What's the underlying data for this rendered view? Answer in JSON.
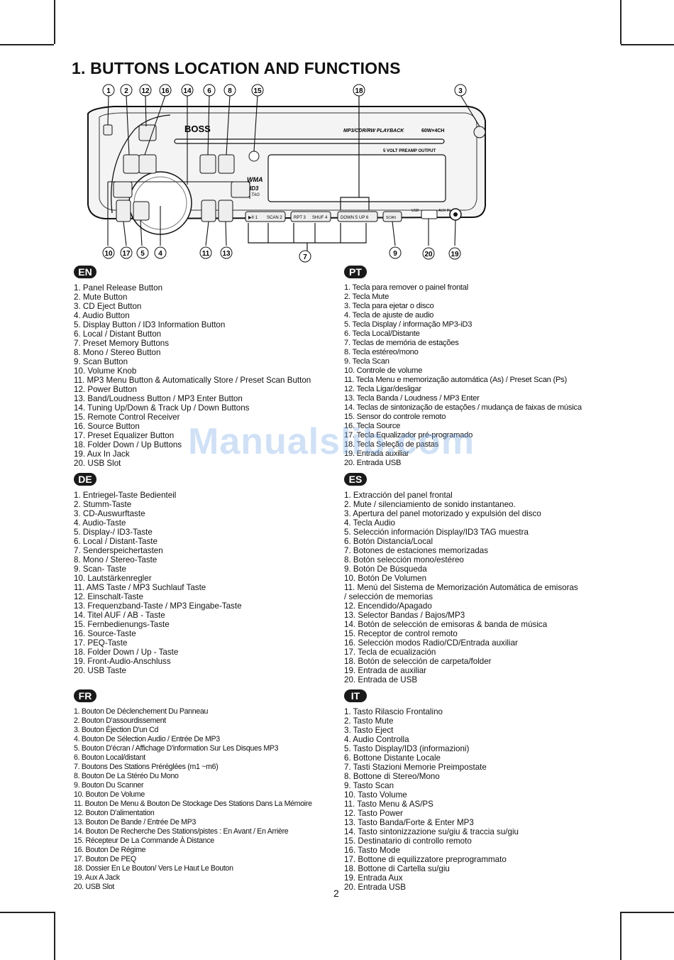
{
  "page": {
    "title": "1. BUTTONS LOCATION AND FUNCTIONS",
    "page_number": "2",
    "watermark": "Manualslib.com"
  },
  "diagram": {
    "callouts_top": [
      "1",
      "2",
      "12",
      "16",
      "14",
      "6",
      "8",
      "15",
      "18",
      "3"
    ],
    "callouts_bottom": [
      "10",
      "17",
      "5",
      "4",
      "11",
      "13",
      "7",
      "9",
      "20",
      "19"
    ],
    "brand": "BOSS",
    "playback_label": "MP3/CDR/RW PLAYBACK",
    "power_label": "60W×4CH",
    "preamp_label": "5 VOLT PREAMP OUTPUT",
    "wma_label": "WMA",
    "id3_label": "ID3",
    "tag_label": "TAG",
    "preset_buttons": [
      "▶II 1",
      "SCAN 2",
      "RPT 3",
      "SHUF 4",
      "DOWN 5",
      "UP 6"
    ],
    "scan_button": "SCAN",
    "usb_label": "USB",
    "aux_label": "AUX IN"
  },
  "sections": [
    {
      "lang": "EN",
      "items": [
        "1.  Panel Release Button",
        "2.  Mute Button",
        "3.  CD Eject Button",
        "4.  Audio Button",
        "5.  Display Button / ID3 Information Button",
        "6.  Local / Distant Button",
        "7.  Preset Memory Buttons",
        "8.  Mono / Stereo Button",
        "9.  Scan Button",
        "10. Volume Knob",
        "11. MP3 Menu Button & Automatically Store / Preset Scan Button",
        "12. Power Button",
        "13. Band/Loudness Button / MP3 Enter Button",
        "14. Tuning Up/Down & Track Up / Down Buttons",
        "15. Remote Control Receiver",
        "16. Source Button",
        "17. Preset Equalizer Button",
        "18. Folder Down / Up Buttons",
        "19. Aux In Jack",
        "20. USB Slot"
      ]
    },
    {
      "lang": "PT",
      "items": [
        "1. Tecla para remover o painel frontal",
        "2. Tecla Mute",
        "3. Tecla para ejetar o disco",
        "4. Tecla de ajuste de audio",
        "5. Tecla Display / informação MP3-iD3",
        "6. Tecla Local/Distante",
        "7. Teclas de memória de estações",
        "8. Tecla estéreo/mono",
        "9. Tecla Scan",
        "10. Controle de volume",
        "11. Tecla Menu e memorização automática (As) / Preset Scan (Ps)",
        "12. Tecla Ligar/desligar",
        "13. Tecla Banda / Loudness / MP3 Enter",
        "14. Teclas de sintonização de estações / mudança de faixas de música",
        "15. Sensor do controle remoto",
        "16. Tecla Source",
        "17. Tecla Equalizador pré-programado",
        "18. Tecla Seleção de pastas",
        "19. Entrada auxiliar",
        "20. Entrada USB"
      ]
    },
    {
      "lang": "DE",
      "items": [
        "1. Entriegel-Taste Bedienteil",
        "2. Stumm-Taste",
        "3. CD-Auswurftaste",
        "4. Audio-Taste",
        "5. Display-/ ID3-Taste",
        "6. Local / Distant-Taste",
        "7. Senderspeichertasten",
        "8. Mono / Stereo-Taste",
        "9. Scan- Taste",
        "10. Lautstärkenregler",
        "11. AMS Taste / MP3 Suchlauf Taste",
        "12. Einschalt-Taste",
        "13. Frequenzband-Taste / MP3 Eingabe-Taste",
        "14. Titel AUF / AB - Taste",
        "15. Fernbedienungs-Taste",
        "16. Source-Taste",
        "17. PEQ-Taste",
        "18. Folder Down / Up - Taste",
        "19. Front-Audio-Anschluss",
        "20. USB Taste"
      ]
    },
    {
      "lang": "ES",
      "items": [
        "1. Extracción del panel frontal",
        "2. Mute / silenciamiento de sonido instantaneo.",
        "3. Apertura del panel motorizado y expulsión del disco",
        "4. Tecla Audio",
        "5. Selección información Display/ID3 TAG muestra",
        "6. Botón Distancia/Local",
        "7. Botones de estaciones memorizadas",
        "8. Botón selección mono/estéreo",
        "9. Botón De Búsqueda",
        "10. Botón De Volumen",
        "11. Menú del Sistema de Memorización Automática de emisoras",
        "      / selección de memorias",
        "12. Encendido/Apagado",
        "13. Selector Bandas / Bajos/MP3",
        "14. Botón de selección de emisoras & banda de música",
        "15. Receptor de control remoto",
        "16. Selección modos Radio/CD/Entrada auxiliar",
        "17. Tecla de ecualización",
        "18. Botón de selección de carpeta/folder",
        "19. Entrada de auxiliar",
        "20. Entrada de USB"
      ]
    },
    {
      "lang": "FR",
      "items": [
        "1.  Bouton De Déclenchement Du Panneau",
        "2.  Bouton D'assourdissement",
        "3.  Bouton Éjection D'un Cd",
        "4.  Bouton De Sélection Audio / Entrée De MP3",
        "5.  Bouton D'écran / Affichage D'information Sur Les Disques MP3",
        "6.  Bouton Local/distant",
        "7.  Boutons Des Stations Préréglées (m1 ~m6)",
        "8.  Bouton De La Stéréo Du Mono",
        "9.  Bouton Du Scanner",
        "10. Bouton De Volume",
        "11. Bouton De Menu & Bouton De Stockage Des Stations Dans La Mémoire",
        "12. Bouton D'alimentation",
        "13. Bouton De Bande  / Entrée De MP3",
        "14. Bouton De Recherche Des Stations/pistes : En Avant / En Arrière",
        "15. Récepteur De La Commande À Distance",
        "16. Bouton De Régime",
        "17. Bouton De PEQ",
        "18. Dossier En Le Bouton/ Vers Le Haut Le Bouton",
        "19. Aux A Jack",
        "20. USB Slot"
      ]
    },
    {
      "lang": "IT",
      "items": [
        "1. Tasto Rilascio Frontalino",
        "2. Tasto Mute",
        "3. Tasto Eject",
        "4. Audio Controlla",
        "5. Tasto Display/ID3 (informazioni)",
        "6. Bottone Distante Locale",
        "7. Tasti Stazioni Memorie Preimpostate",
        "8. Bottone di Stereo/Mono",
        "9. Tasto Scan",
        "10. Tasto Volume",
        "11. Tasto Menu & AS/PS",
        "12. Tasto Power",
        "13. Tasto Banda/Forte & Enter MP3",
        "14. Tasto sintonizzazione su/giu & traccia su/giu",
        "15. Destinatario di controllo remoto",
        "16. Tasto Mode",
        "17. Bottone di equilizzatore preprogrammato",
        "18. Bottone di Cartella su/giu",
        "19. Entrada Aux",
        "20. Entrada USB"
      ]
    }
  ]
}
